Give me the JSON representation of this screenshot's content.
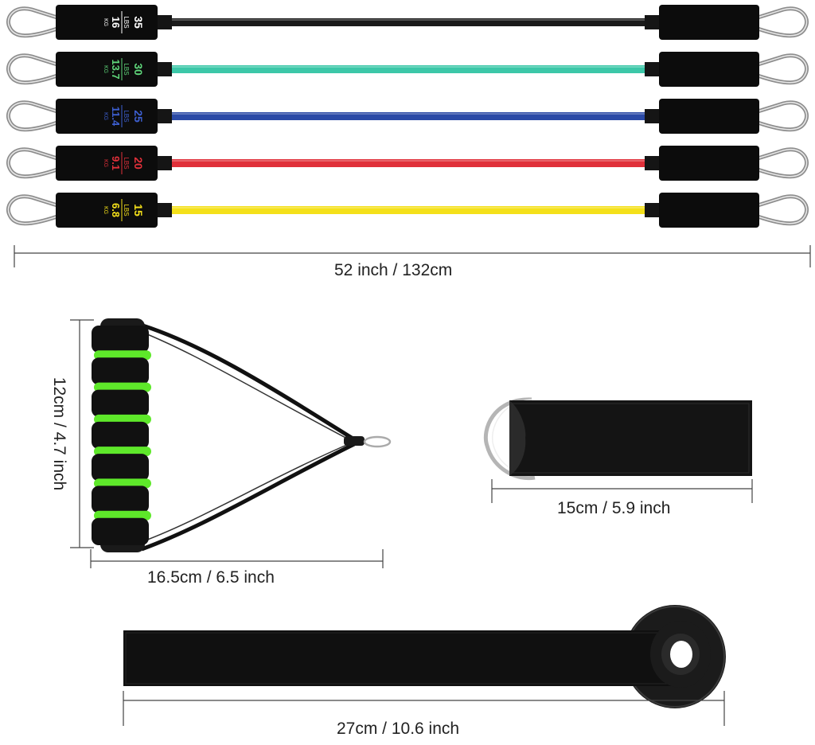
{
  "bands": [
    {
      "lbs": "35",
      "kg": "16",
      "lbs_unit": "LBS",
      "kg_unit": "KG",
      "color": "#1a1a1a",
      "text_color": "#ffffff"
    },
    {
      "lbs": "30",
      "kg": "13.7",
      "lbs_unit": "LBS",
      "kg_unit": "KG",
      "color": "#3cc7a8",
      "text_color": "#5fd67a"
    },
    {
      "lbs": "25",
      "kg": "11.4",
      "lbs_unit": "LBS",
      "kg_unit": "KG",
      "color": "#2b4aa6",
      "text_color": "#3d5fd0"
    },
    {
      "lbs": "20",
      "kg": "9.1",
      "lbs_unit": "LBS",
      "kg_unit": "KG",
      "color": "#e0303a",
      "text_color": "#e0303a"
    },
    {
      "lbs": "15",
      "kg": "6.8",
      "lbs_unit": "LBS",
      "kg_unit": "KG",
      "color": "#f4e01a",
      "text_color": "#f4e01a"
    }
  ],
  "dimensions": {
    "band_length": "52 inch / 132cm",
    "handle_height": "12cm / 4.7 inch",
    "handle_width": "16.5cm / 6.5 inch",
    "ankle_strap": "15cm / 5.9 inch",
    "door_anchor": "27cm / 10.6 inch"
  },
  "colors": {
    "foam_green": "#5ee82a",
    "foam_black": "#111111",
    "carabiner": "#b8b8b8"
  }
}
